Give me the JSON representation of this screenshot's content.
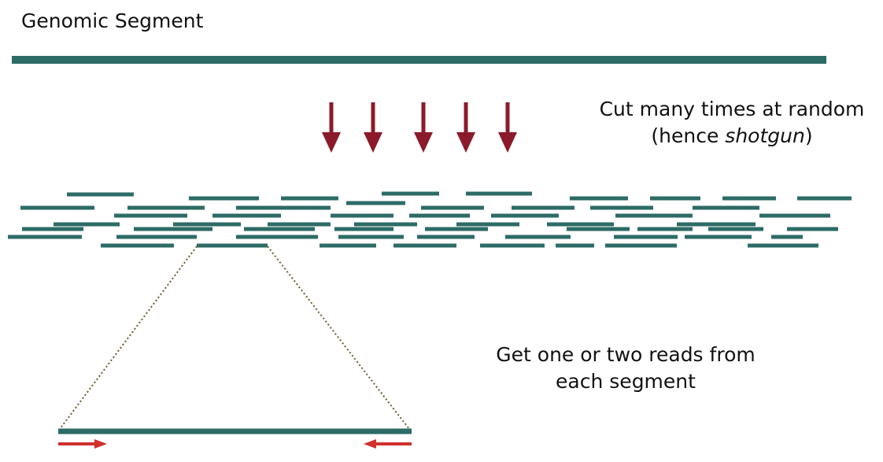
{
  "title": "Genomic Segment",
  "cut_annotation": {
    "line1": "Cut many times at random",
    "line2_prefix": "(hence ",
    "line2_emphasis": "shotgun",
    "line2_suffix": ")"
  },
  "reads_annotation": {
    "line1": "Get one or two reads from",
    "line2": "each segment"
  },
  "colors": {
    "segment": "#2d6b66",
    "cut_arrow": "#8b1a2b",
    "read_arrow": "#d0312d",
    "guide_line": "#6b5a2a"
  },
  "cut_arrow_count": 5
}
